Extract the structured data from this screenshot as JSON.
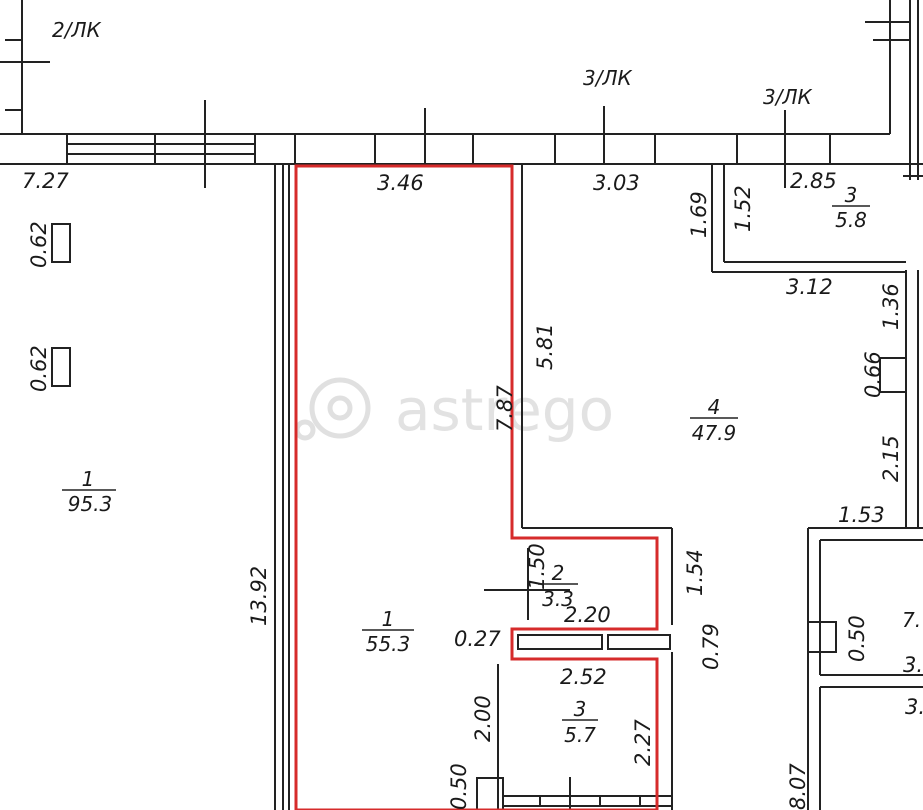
{
  "watermark": "astrego",
  "colors": {
    "wall": "#222222",
    "highlight": "#d62b2b",
    "background": "#ffffff",
    "watermark": "#dcdcdc"
  },
  "labels": {
    "stair_2lk": "2/ЛК",
    "stair_3lk_a": "3/ЛК",
    "stair_3lk_b": "3/ЛК"
  },
  "dimensions": {
    "d_7_27": "7.27",
    "d_3_46": "3.46",
    "d_3_03": "3.03",
    "d_2_85": "2.85",
    "d_1_69": "1.69",
    "d_1_52": "1.52",
    "d_3_12": "3.12",
    "d_1_36": "1.36",
    "d_0_66": "0.66",
    "d_2_15": "2.15",
    "d_1_53": "1.53",
    "d_0_62_a": "0.62",
    "d_0_62_b": "0.62",
    "d_13_92": "13.92",
    "d_7_87": "7.87",
    "d_5_81": "5.81",
    "d_1_50": "1.50",
    "d_2_20": "2.20",
    "d_1_54": "1.54",
    "d_0_27": "0.27",
    "d_0_79": "0.79",
    "d_2_52": "2.52",
    "d_2_00": "2.00",
    "d_2_27": "2.27",
    "d_0_50_right": "0.50",
    "d_0_50_bottom": "0.50",
    "d_8_07": "8.07",
    "d_3_cut_a": "3.",
    "d_3_cut_b": "3."
  },
  "rooms": [
    {
      "id": "room-left",
      "number": "1",
      "area": "95.3"
    },
    {
      "id": "room-main",
      "number": "1",
      "area": "55.3"
    },
    {
      "id": "room-small",
      "number": "2",
      "area": "3.3"
    },
    {
      "id": "room-bath",
      "number": "3",
      "area": "5.7"
    },
    {
      "id": "room-large",
      "number": "4",
      "area": "47.9"
    },
    {
      "id": "room-topright",
      "number": "3",
      "area": "5.8"
    },
    {
      "id": "room-right-cut",
      "number": "",
      "area": "7."
    }
  ]
}
